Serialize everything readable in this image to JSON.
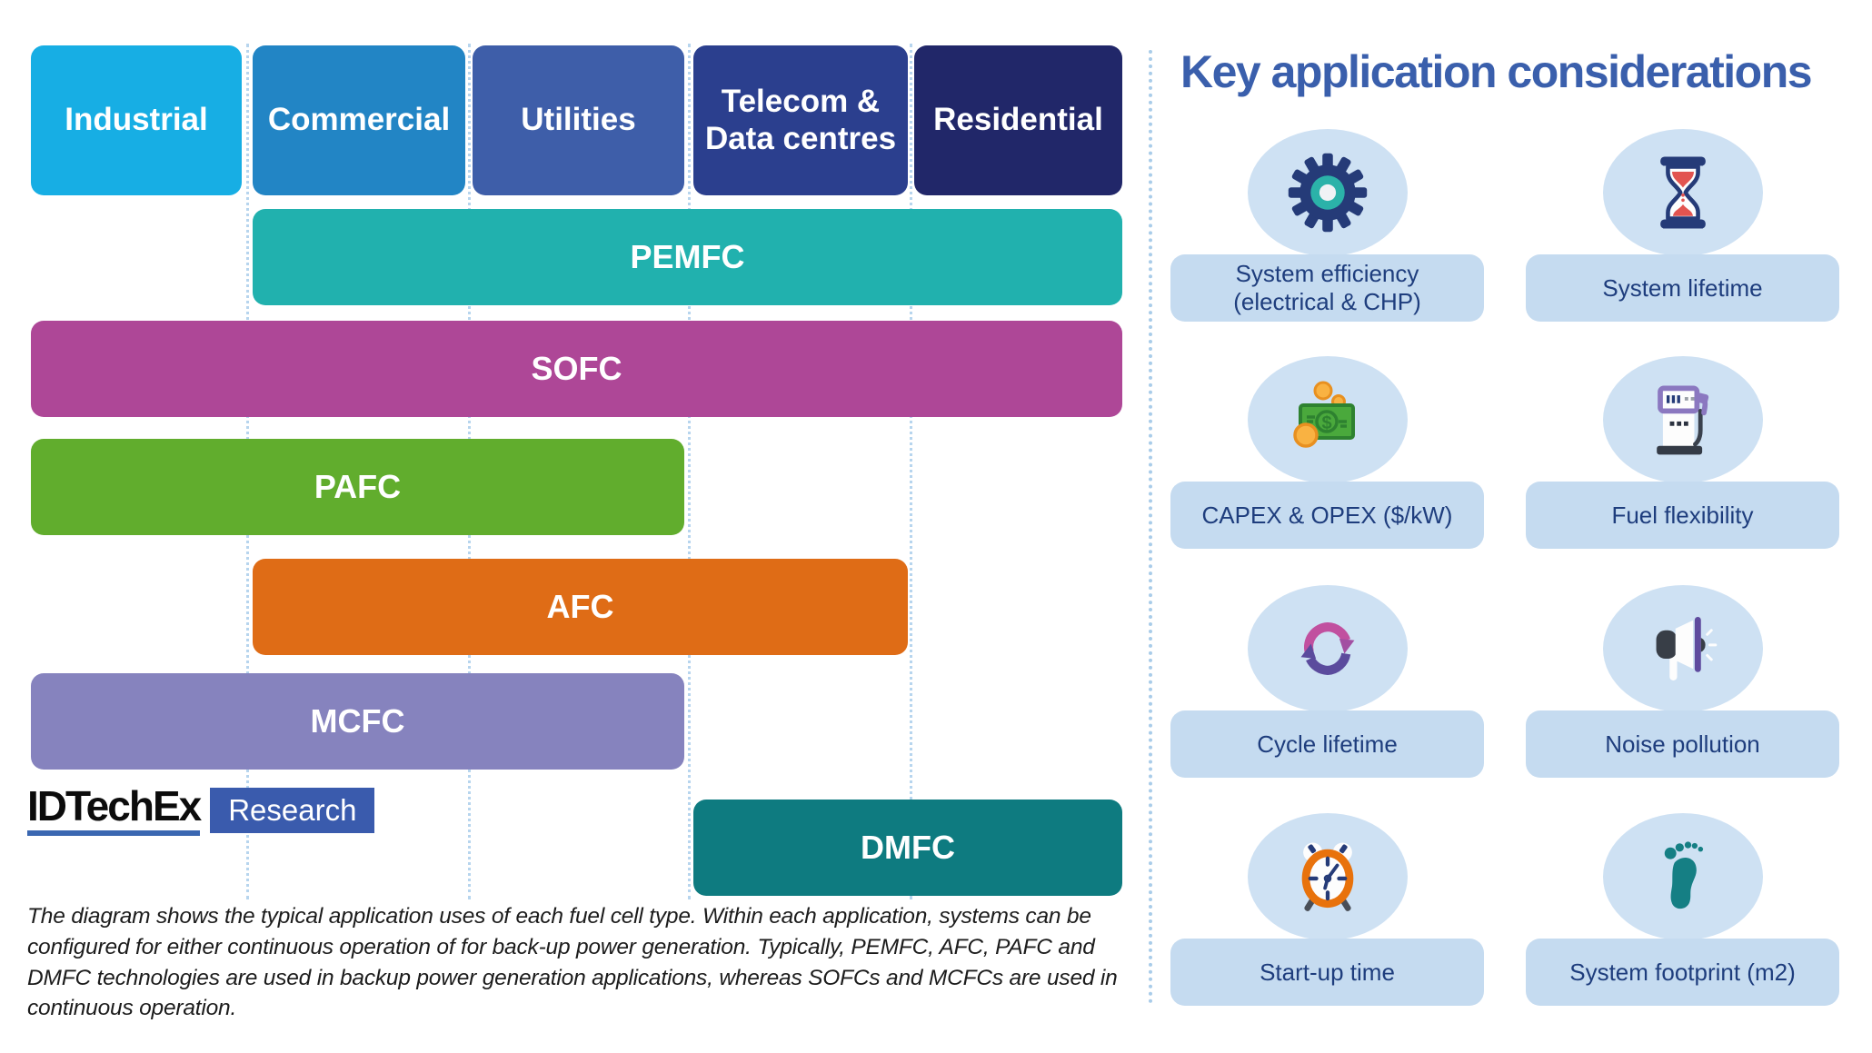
{
  "diagram": {
    "applications": [
      {
        "label": "Industrial",
        "color": "#17AEE4"
      },
      {
        "label": "Commercial",
        "color": "#2285C5"
      },
      {
        "label": "Utilities",
        "color": "#3E5EA9"
      },
      {
        "label": "Telecom & Data centres",
        "color": "#2B3F8E"
      },
      {
        "label": "Residential",
        "color": "#212769"
      }
    ],
    "fuel_cells": [
      {
        "label": "PEMFC",
        "color": "#21B1AE",
        "col_start": 1,
        "col_end": 4
      },
      {
        "label": "SOFC",
        "color": "#AE4797",
        "col_start": 0,
        "col_end": 4
      },
      {
        "label": "PAFC",
        "color": "#61AD2D",
        "col_start": 0,
        "col_end": 2
      },
      {
        "label": "AFC",
        "color": "#DF6C16",
        "col_start": 1,
        "col_end": 3
      },
      {
        "label": "MCFC",
        "color": "#8683BE",
        "col_start": 0,
        "col_end": 2
      },
      {
        "label": "DMFC",
        "color": "#0E7B80",
        "col_start": 3,
        "col_end": 4
      }
    ],
    "logo": {
      "brand": "IDTechEx",
      "suffix": "Research"
    },
    "caption": "The diagram shows the typical application uses of each fuel cell type. Within each application, systems can be configured for either continuous operation of for back-up power generation. Typically, PEMFC, AFC, PAFC and DMFC technologies are used in backup power generation applications, whereas SOFCs and MCFCs are used in continuous operation."
  },
  "considerations": {
    "title": "Key application considerations",
    "items": [
      {
        "label": "System efficiency (electrical & CHP)",
        "icon": "gear-icon"
      },
      {
        "label": "System lifetime",
        "icon": "hourglass-icon"
      },
      {
        "label": "CAPEX & OPEX ($/kW)",
        "icon": "money-icon"
      },
      {
        "label": "Fuel flexibility",
        "icon": "fuel-pump-icon"
      },
      {
        "label": "Cycle lifetime",
        "icon": "cycle-arrows-icon"
      },
      {
        "label": "Noise pollution",
        "icon": "megaphone-icon"
      },
      {
        "label": "Start-up time",
        "icon": "alarm-clock-icon"
      },
      {
        "label": "System footprint (m2)",
        "icon": "footprint-icon"
      }
    ],
    "colors": {
      "title_text": "#3A5FAC",
      "halo": "#CEE1F3",
      "pill": "#C5DBF0",
      "pill_text": "#1E3D7D"
    }
  }
}
